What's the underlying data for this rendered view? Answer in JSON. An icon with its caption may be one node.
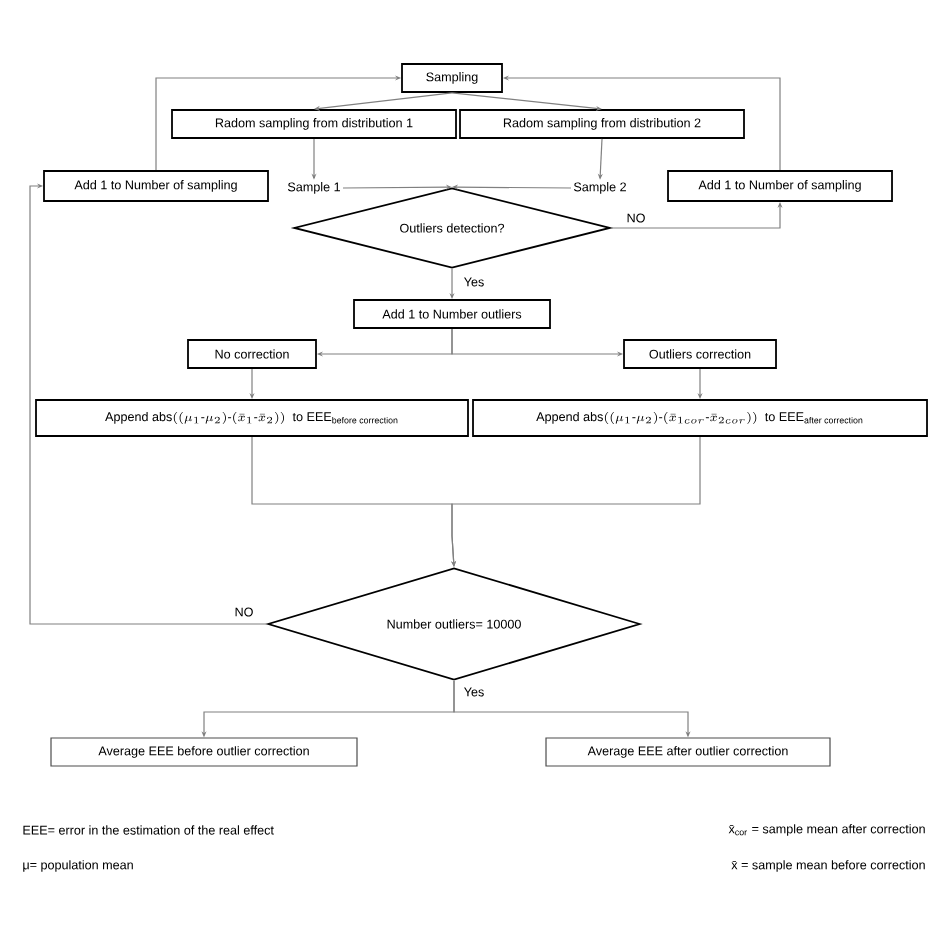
{
  "diagram": {
    "nodes": [
      {
        "text": [
          "Sampling"
        ]
      },
      {
        "text": [
          "Radom sampling from distribution 1"
        ]
      },
      {
        "text": [
          "Radom sampling from distribution 2"
        ]
      },
      {
        "text": [
          "Add 1 to Number of sampling"
        ]
      },
      {
        "text": [
          "Sample 1"
        ]
      },
      {
        "text": [
          "Sample 2"
        ]
      },
      {
        "text": [
          "Outliers detection?"
        ]
      },
      {
        "text": [
          "Add 1 to Number of sampling"
        ]
      },
      {
        "text": [
          "Add 1 to Number outliers"
        ]
      },
      {
        "text": [
          "No correction"
        ]
      },
      {
        "text": [
          "Outliers correction"
        ]
      },
      {
        "text": [
          "\\text{Append abs}((\\mu_{1}\\text{-}\\mu_{2})\\text{-}(\\bar{x}_{1}\\text{-}\\bar{x}_{2}))\\ \\text{ to EEE}_{\\text{before correction}}"
        ]
      },
      {
        "text": [
          "\\text{Append abs}((\\mu_{1}\\text{-}\\mu_{2})\\text{-}(\\bar{x}_{1cor}\\text{-}\\bar{x}_{2cor}))\\ \\text{ to EEE}_{\\text{after correction}}"
        ]
      },
      {
        "text": [
          "Number outliers= 10000"
        ]
      },
      {
        "text": [
          "Average EEE before outlier correction"
        ]
      },
      {
        "text": [
          "Average EEE after outlier correction"
        ]
      }
    ],
    "edges": [
      {
        "from": 0,
        "to": 1,
        "arrow": "to"
      },
      {
        "from": 0,
        "to": 2,
        "arrow": "to"
      },
      {
        "from": 1,
        "to": 4,
        "arrow": "to"
      },
      {
        "from": 2,
        "to": 5,
        "arrow": "to"
      },
      {
        "from": 4,
        "to": 6,
        "arrow": "to"
      },
      {
        "from": 5,
        "to": 6,
        "arrow": "to"
      },
      {
        "from": 6,
        "to": 7,
        "arrow": "to",
        "label": "NO"
      },
      {
        "from": 7,
        "to": 0,
        "arrow": "to"
      },
      {
        "from": 3,
        "to": 0,
        "arrow": "to"
      },
      {
        "from": 6,
        "to": 8,
        "arrow": "to",
        "label": "Yes"
      },
      {
        "from": 8,
        "to": 9,
        "arrow": "to"
      },
      {
        "from": 8,
        "to": 10,
        "arrow": "to"
      },
      {
        "from": 9,
        "to": 11,
        "arrow": "to"
      },
      {
        "from": 10,
        "to": 12,
        "arrow": "to"
      },
      {
        "from": 11,
        "to": 13,
        "arrow": "to"
      },
      {
        "from": 12,
        "to": 13,
        "arrow": "to"
      },
      {
        "from": 13,
        "to": 3,
        "arrow": "to",
        "label": "NO"
      },
      {
        "from": 13,
        "to": 14,
        "arrow": "to",
        "label": "Yes"
      },
      {
        "from": 13,
        "to": 15,
        "arrow": "to"
      }
    ],
    "labels": [
      "EEE= error in the estimation of the real effect",
      "x̄$_{cor}$ = sample mean after correction",
      "μ= population mean",
      "x̄ = sample mean before correction"
    ]
  }
}
